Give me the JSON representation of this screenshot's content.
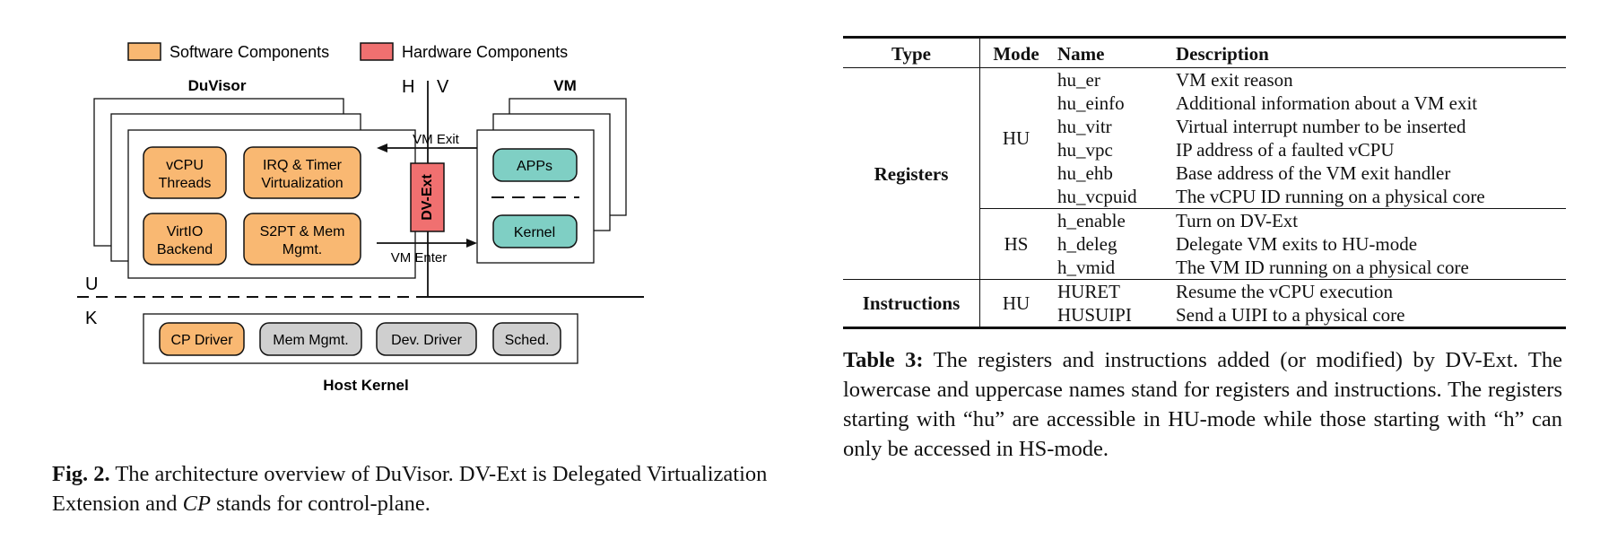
{
  "figure": {
    "legend": {
      "software_label": "Software Components",
      "hardware_label": "Hardware Components",
      "software_color": "#f9b872",
      "hardware_color": "#f07070"
    },
    "duvisor_title": "DuVisor",
    "vm_title": "VM",
    "host_kernel_title": "Host Kernel",
    "mode_labels": {
      "h": "H",
      "v": "V",
      "u": "U",
      "k": "K"
    },
    "duvisor_boxes": [
      {
        "line1": "vCPU",
        "line2": "Threads"
      },
      {
        "line1": "IRQ & Timer",
        "line2": "Virtualization"
      },
      {
        "line1": "VirtIO",
        "line2": "Backend"
      },
      {
        "line1": "S2PT & Mem",
        "line2": "Mgmt."
      }
    ],
    "vm_boxes": [
      "APPs",
      "Kernel"
    ],
    "dv_ext_label": "DV-Ext",
    "vm_exit_label": "VM Exit",
    "vm_enter_label": "VM Enter",
    "kernel_boxes": [
      "CP Driver",
      "Mem Mgmt.",
      "Dev. Driver",
      "Sched."
    ],
    "vm_color": "#7fcfc4",
    "gray_color": "#cfcfcf"
  },
  "fig_caption": {
    "label": "Fig. 2.",
    "text_before_italic": " The architecture overview of DuVisor. DV-Ext is Delegated Virtualization Extension and ",
    "italic": "CP",
    "text_after_italic": " stands for control-plane."
  },
  "table": {
    "headers": [
      "Type",
      "Mode",
      "Name",
      "Description"
    ],
    "groups": [
      {
        "type": "Registers",
        "modes": [
          {
            "mode": "HU",
            "rows": [
              {
                "name": "hu_er",
                "desc": "VM exit reason"
              },
              {
                "name": "hu_einfo",
                "desc": "Additional information about a VM exit"
              },
              {
                "name": "hu_vitr",
                "desc": "Virtual interrupt number to be inserted"
              },
              {
                "name": "hu_vpc",
                "desc": "IP address of a faulted vCPU"
              },
              {
                "name": "hu_ehb",
                "desc": "Base address of the VM exit handler"
              },
              {
                "name": "hu_vcpuid",
                "desc": "The vCPU ID running on a physical core"
              }
            ]
          },
          {
            "mode": "HS",
            "rows": [
              {
                "name": "h_enable",
                "desc": "Turn on DV-Ext"
              },
              {
                "name": "h_deleg",
                "desc": "Delegate VM exits to HU-mode"
              },
              {
                "name": "h_vmid",
                "desc": "The VM ID running on a physical core"
              }
            ]
          }
        ]
      },
      {
        "type": "Instructions",
        "modes": [
          {
            "mode": "HU",
            "rows": [
              {
                "name": "HURET",
                "desc": "Resume the vCPU execution"
              },
              {
                "name": "HUSUIPI",
                "desc": "Send a UIPI to a physical core"
              }
            ]
          }
        ]
      }
    ]
  },
  "tbl_caption": {
    "label": "Table 3:",
    "text": " The registers and instructions added (or modified) by DV-Ext. The lowercase and uppercase names stand for registers and instructions. The registers starting with “hu” are accessible in HU-mode while those starting with “h” can only be accessed in HS-mode."
  }
}
